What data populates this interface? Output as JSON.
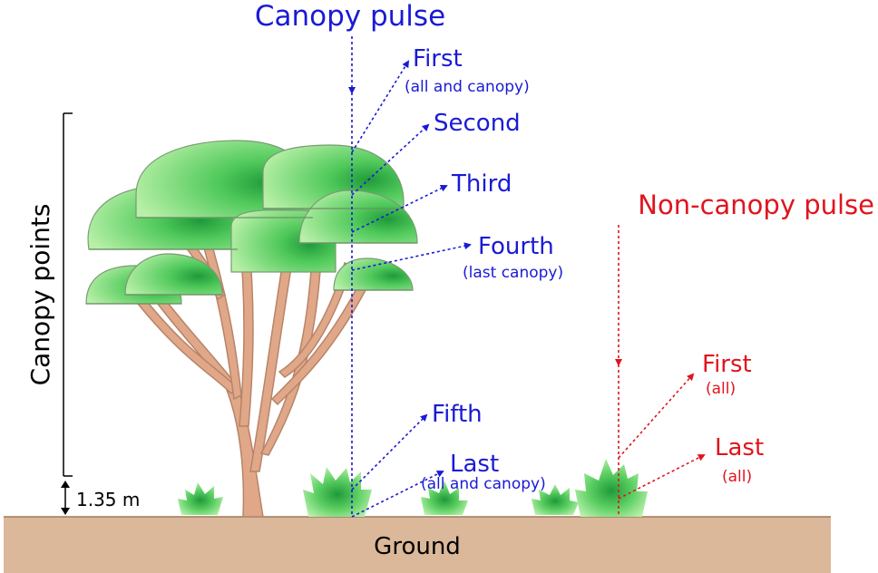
{
  "title": "Canopy pulse",
  "non_canopy_title": "Non-canopy pulse",
  "canopy_returns": [
    {
      "name": "First",
      "note": "(all and canopy)"
    },
    {
      "name": "Second",
      "note": ""
    },
    {
      "name": "Third",
      "note": ""
    },
    {
      "name": "Fourth",
      "note": "(last canopy)"
    },
    {
      "name": "Fifth",
      "note": ""
    },
    {
      "name": "Last",
      "note": "(all and canopy)"
    }
  ],
  "non_canopy_returns": [
    {
      "name": "First",
      "note": "(all)"
    },
    {
      "name": "Last",
      "note": "(all)"
    }
  ],
  "axis_label": "Canopy points",
  "height_threshold": "1.35 m",
  "ground_label": "Ground",
  "colors": {
    "canopy_pulse": "#1a1ad6",
    "non_canopy_pulse": "#e0141e",
    "ground": "#dcb89a",
    "ground_edge": "#9c7a5e",
    "trunk": "#e0a888",
    "trunk_edge": "#b78469",
    "leaf": "#8ae37a",
    "leaf_dark": "#1f9a3a"
  }
}
